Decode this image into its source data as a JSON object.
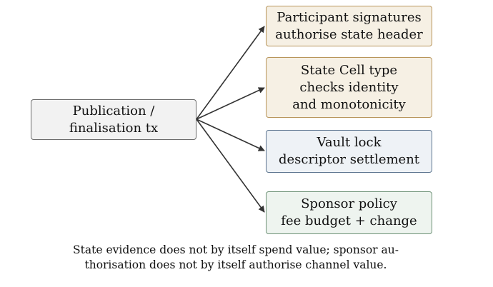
{
  "source": {
    "lines": [
      "Publication /",
      "finalisation tx"
    ]
  },
  "targets": [
    {
      "lines": [
        "Participant signatures",
        "authorise state header"
      ],
      "fill": "#f6f0e4",
      "stroke": "#b8955a"
    },
    {
      "lines": [
        "State Cell type",
        "checks identity",
        "and monotonicity"
      ],
      "fill": "#f6f0e4",
      "stroke": "#b8955a"
    },
    {
      "lines": [
        "Vault lock",
        "descriptor settlement"
      ],
      "fill": "#eef2f6",
      "stroke": "#5d7590"
    },
    {
      "lines": [
        "Sponsor policy",
        "fee budget + change"
      ],
      "fill": "#eef4ef",
      "stroke": "#6e9277"
    }
  ],
  "caption": {
    "lines": [
      "State evidence does not by itself spend value; sponsor au-",
      "thorisation does not by itself authorise channel value."
    ]
  },
  "colors": {
    "arrow": "#333333",
    "source_fill": "#f2f2f2",
    "source_stroke": "#6b6b6b"
  }
}
